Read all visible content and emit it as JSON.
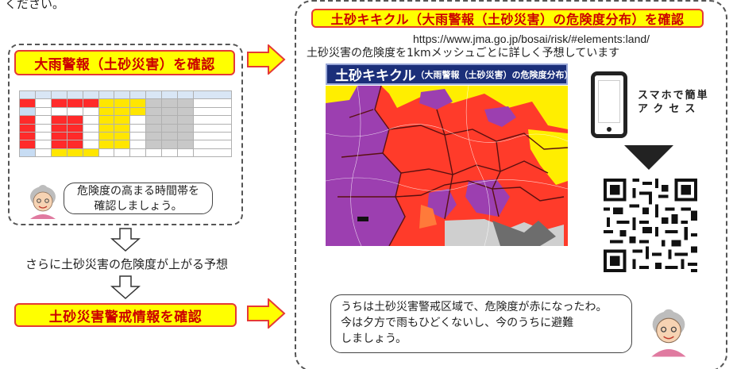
{
  "top_fragment": "ください。",
  "left": {
    "heavy_rain_banner": "大雨警報（土砂災害）を確認",
    "bubble_text": "危険度の高まる時間帯を\n確認しましょう。",
    "rising_risk_text": "さらに土砂災害の危険度が上がる予想",
    "alert_banner": "土砂災害警戒情報を確認"
  },
  "right": {
    "kikikuru_banner": "土砂キキクル（大雨警報（土砂災害）の危険度分布）を確認",
    "url": "https://www.jma.go.jp/bosai/risk/#elements:land/",
    "description": "土砂災害の危険度を1kmメッシュごとに詳しく予想しています",
    "map_title_main": "土砂キキクル",
    "map_title_sub": "（大雨警報（土砂災害）の危険度分布）",
    "phone_caption_line1": "スマホで簡単",
    "phone_caption_line2": "アクセス",
    "bubble_text": "うちは土砂災害警戒区域で、危険度が赤になったわ。\n今は夕方で雨もひどくないし、今のうちに避難\nしましょう。"
  },
  "colors": {
    "banner_fill": "#ffff00",
    "banner_border": "#e53935",
    "banner_text": "#cc0000",
    "arrow_fill": "#ffff00",
    "arrow_stroke": "#e53935",
    "map_red": "#ff3b2a",
    "map_purple": "#9c3fb0",
    "map_yellow": "#ffee00",
    "map_title_bg": "#1b2f7a"
  },
  "icons": [
    "right-arrow-icon",
    "down-arrow-icon",
    "smartphone-icon",
    "triangle-down-icon",
    "qr-code-icon",
    "grandmother-icon"
  ]
}
